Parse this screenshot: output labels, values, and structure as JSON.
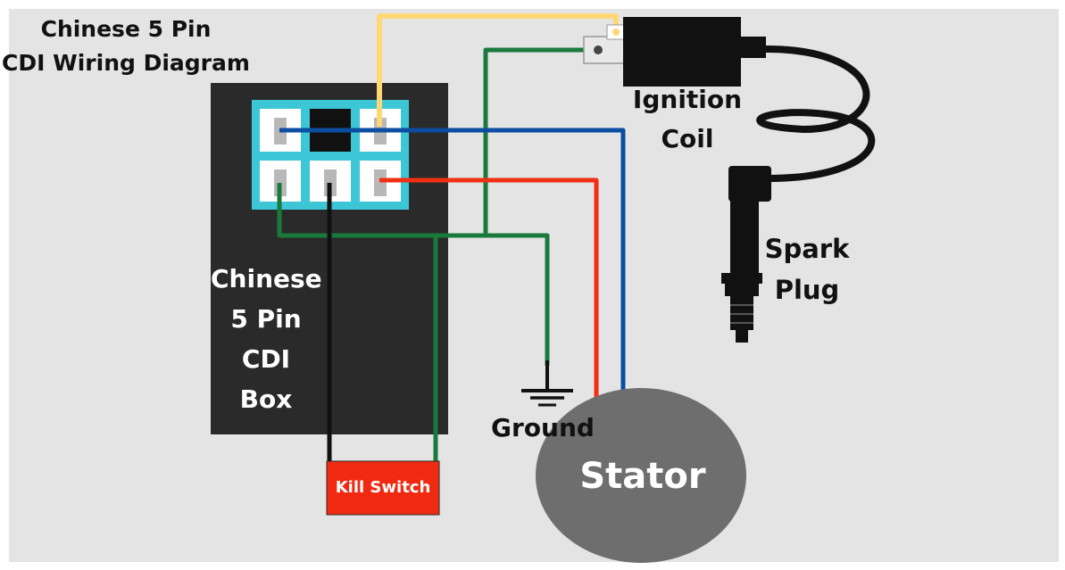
{
  "title_lines": [
    "Chinese 5 Pin",
    "CDI Wiring Diagram"
  ],
  "cdi_box": {
    "label_lines": [
      "Chinese",
      "5 Pin",
      "CDI",
      "Box"
    ],
    "color": "#2a2a2a",
    "connector_color": "#3cc6d6"
  },
  "ignition_coil": {
    "label_lines": [
      "Ignition",
      "Coil"
    ],
    "color": "#111111"
  },
  "spark_plug": {
    "label_lines": [
      "Spark",
      "Plug"
    ]
  },
  "ground": {
    "label": "Ground"
  },
  "stator": {
    "label": "Stator",
    "color": "#6e6e6e"
  },
  "kill_switch": {
    "label": "Kill Switch",
    "color": "#f02a10"
  },
  "wire_colors": {
    "yellow": "#ffd777",
    "green": "#1a7a3c",
    "blue": "#0b4ea2",
    "red": "#f12f14",
    "black": "#111111"
  },
  "background": "#e4e4e4"
}
